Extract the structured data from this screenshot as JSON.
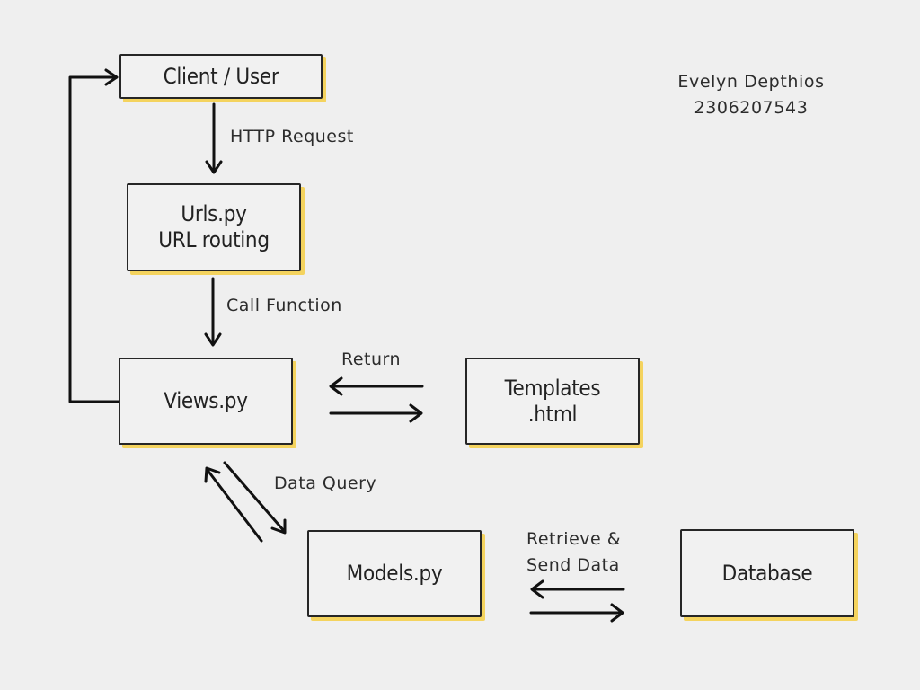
{
  "author": {
    "name": "Evelyn Depthios",
    "id": "2306207543"
  },
  "nodes": {
    "client": "Client / User",
    "urls_line1": "Urls.py",
    "urls_line2": "URL routing",
    "views": "Views.py",
    "templates_line1": "Templates",
    "templates_line2": ".html",
    "models": "Models.py",
    "database": "Database"
  },
  "edges": {
    "http_request": "HTTP Request",
    "call_function": "Call Function",
    "return": "Return",
    "data_query": "Data Query",
    "retrieve_line1": "Retrieve &",
    "retrieve_line2": "Send Data"
  },
  "colors": {
    "box_shadow": "#f4d35e",
    "stroke": "#111111",
    "background": "#efefef"
  }
}
